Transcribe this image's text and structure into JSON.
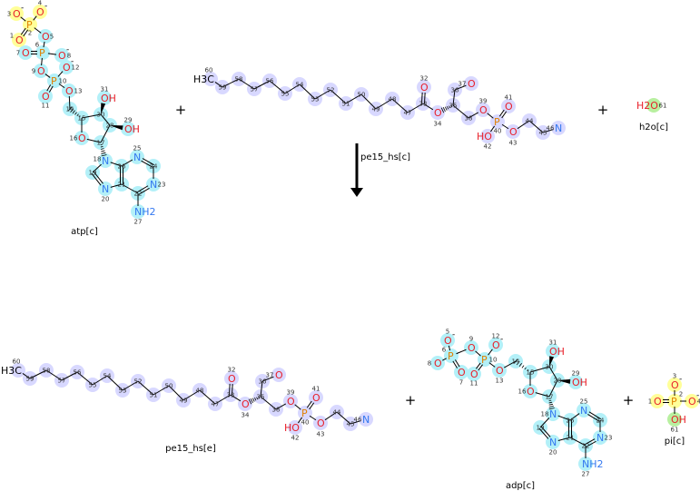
{
  "reaction": {
    "arrow_label": "pe15_hs[c]",
    "plus": "+"
  },
  "colors": {
    "O": "#e8202a",
    "N": "#3478f0",
    "P": "#e08000",
    "number": "#333333",
    "highlight_cyan": "#b3f0f8",
    "highlight_yellow": "#ffff99",
    "highlight_green": "#b8f0a0",
    "highlight_lavender": "#d8d8ff"
  },
  "molecules": {
    "atp": {
      "name": "atp[c]",
      "atoms": [
        {
          "n": "1",
          "label": "O"
        },
        {
          "n": "2",
          "label": "P"
        },
        {
          "n": "3",
          "label": "O",
          "charge": "-"
        },
        {
          "n": "4",
          "label": "O",
          "charge": "-"
        },
        {
          "n": "5",
          "label": "O"
        },
        {
          "n": "6",
          "label": "P"
        },
        {
          "n": "7",
          "label": "O"
        },
        {
          "n": "8",
          "label": "O",
          "charge": "-"
        },
        {
          "n": "9",
          "label": "O"
        },
        {
          "n": "10",
          "label": "P"
        },
        {
          "n": "11",
          "label": "O"
        },
        {
          "n": "12",
          "label": "O",
          "charge": "-"
        },
        {
          "n": "13",
          "label": "O"
        },
        {
          "n": "14",
          "label": ""
        },
        {
          "n": "15",
          "label": ""
        },
        {
          "n": "16",
          "label": "O"
        },
        {
          "n": "17",
          "label": ""
        },
        {
          "n": "18",
          "label": "N"
        },
        {
          "n": "19",
          "label": ""
        },
        {
          "n": "20",
          "label": "N"
        },
        {
          "n": "21",
          "label": ""
        },
        {
          "n": "22",
          "label": ""
        },
        {
          "n": "23",
          "label": "N"
        },
        {
          "n": "24",
          "label": ""
        },
        {
          "n": "25",
          "label": "N"
        },
        {
          "n": "26",
          "label": ""
        },
        {
          "n": "27",
          "label": "NH2"
        },
        {
          "n": "28",
          "label": ""
        },
        {
          "n": "29",
          "label": "OH"
        },
        {
          "n": "30",
          "label": ""
        },
        {
          "n": "31",
          "label": "OH"
        }
      ]
    },
    "pe15_hs_c": {
      "name": "pe15_hs[c]",
      "atoms": [
        {
          "n": "60",
          "label": "H3C"
        },
        {
          "n": "59",
          "label": ""
        },
        {
          "n": "58",
          "label": ""
        },
        {
          "n": "57",
          "label": ""
        },
        {
          "n": "56",
          "label": ""
        },
        {
          "n": "55",
          "label": ""
        },
        {
          "n": "54",
          "label": ""
        },
        {
          "n": "53",
          "label": ""
        },
        {
          "n": "52",
          "label": ""
        },
        {
          "n": "51",
          "label": ""
        },
        {
          "n": "50",
          "label": ""
        },
        {
          "n": "49",
          "label": ""
        },
        {
          "n": "48",
          "label": ""
        },
        {
          "n": "47",
          "label": ""
        },
        {
          "n": "33",
          "label": ""
        },
        {
          "n": "32",
          "label": "O"
        },
        {
          "n": "34",
          "label": "O"
        },
        {
          "n": "35",
          "label": ""
        },
        {
          "n": "36",
          "label": ""
        },
        {
          "n": "37",
          "label": "O"
        },
        {
          "n": "38",
          "label": ""
        },
        {
          "n": "39",
          "label": "O"
        },
        {
          "n": "40",
          "label": "P"
        },
        {
          "n": "41",
          "label": "O"
        },
        {
          "n": "42",
          "label": "HO"
        },
        {
          "n": "43",
          "label": "O"
        },
        {
          "n": "44",
          "label": ""
        },
        {
          "n": "45",
          "label": ""
        },
        {
          "n": "46",
          "label": "N"
        }
      ]
    },
    "h2o": {
      "name": "h2o[c]",
      "atoms": [
        {
          "n": "61",
          "label": "H2O"
        }
      ]
    },
    "pe15_hs_e": {
      "name": "pe15_hs[e]",
      "atoms": [
        {
          "n": "60",
          "label": "H3C"
        },
        {
          "n": "59",
          "label": ""
        },
        {
          "n": "58",
          "label": ""
        },
        {
          "n": "57",
          "label": ""
        },
        {
          "n": "56",
          "label": ""
        },
        {
          "n": "55",
          "label": ""
        },
        {
          "n": "54",
          "label": ""
        },
        {
          "n": "53",
          "label": ""
        },
        {
          "n": "52",
          "label": ""
        },
        {
          "n": "51",
          "label": ""
        },
        {
          "n": "50",
          "label": ""
        },
        {
          "n": "49",
          "label": ""
        },
        {
          "n": "48",
          "label": ""
        },
        {
          "n": "47",
          "label": ""
        },
        {
          "n": "33",
          "label": ""
        },
        {
          "n": "32",
          "label": "O"
        },
        {
          "n": "34",
          "label": "O"
        },
        {
          "n": "35",
          "label": ""
        },
        {
          "n": "36",
          "label": ""
        },
        {
          "n": "37",
          "label": "O"
        },
        {
          "n": "38",
          "label": ""
        },
        {
          "n": "39",
          "label": "O"
        },
        {
          "n": "40",
          "label": "P"
        },
        {
          "n": "41",
          "label": "O"
        },
        {
          "n": "42",
          "label": "HO"
        },
        {
          "n": "43",
          "label": "O"
        },
        {
          "n": "44",
          "label": ""
        },
        {
          "n": "45",
          "label": ""
        },
        {
          "n": "46",
          "label": "N"
        }
      ]
    },
    "adp": {
      "name": "adp[c]",
      "atoms": [
        {
          "n": "5",
          "label": "O",
          "charge": "-"
        },
        {
          "n": "6",
          "label": "P"
        },
        {
          "n": "7",
          "label": "O"
        },
        {
          "n": "8",
          "label": "O"
        },
        {
          "n": "9",
          "label": "O"
        },
        {
          "n": "10",
          "label": "P"
        },
        {
          "n": "11",
          "label": "O"
        },
        {
          "n": "12",
          "label": "O",
          "charge": "-"
        },
        {
          "n": "13",
          "label": "O"
        },
        {
          "n": "14",
          "label": ""
        },
        {
          "n": "15",
          "label": ""
        },
        {
          "n": "16",
          "label": "O"
        },
        {
          "n": "17",
          "label": ""
        },
        {
          "n": "18",
          "label": "N"
        },
        {
          "n": "19",
          "label": ""
        },
        {
          "n": "20",
          "label": "N"
        },
        {
          "n": "21",
          "label": ""
        },
        {
          "n": "22",
          "label": ""
        },
        {
          "n": "23",
          "label": "N"
        },
        {
          "n": "24",
          "label": ""
        },
        {
          "n": "25",
          "label": "N"
        },
        {
          "n": "26",
          "label": ""
        },
        {
          "n": "27",
          "label": "NH2"
        },
        {
          "n": "28",
          "label": ""
        },
        {
          "n": "29",
          "label": "OH"
        },
        {
          "n": "30",
          "label": ""
        },
        {
          "n": "31",
          "label": "OH"
        }
      ]
    },
    "pi": {
      "name": "pi[c]",
      "atoms": [
        {
          "n": "1",
          "label": "O"
        },
        {
          "n": "2",
          "label": "P"
        },
        {
          "n": "3",
          "label": "O",
          "charge": "-"
        },
        {
          "n": "4",
          "label": "O",
          "charge": "-"
        },
        {
          "n": "61",
          "label": "OH"
        }
      ]
    }
  }
}
